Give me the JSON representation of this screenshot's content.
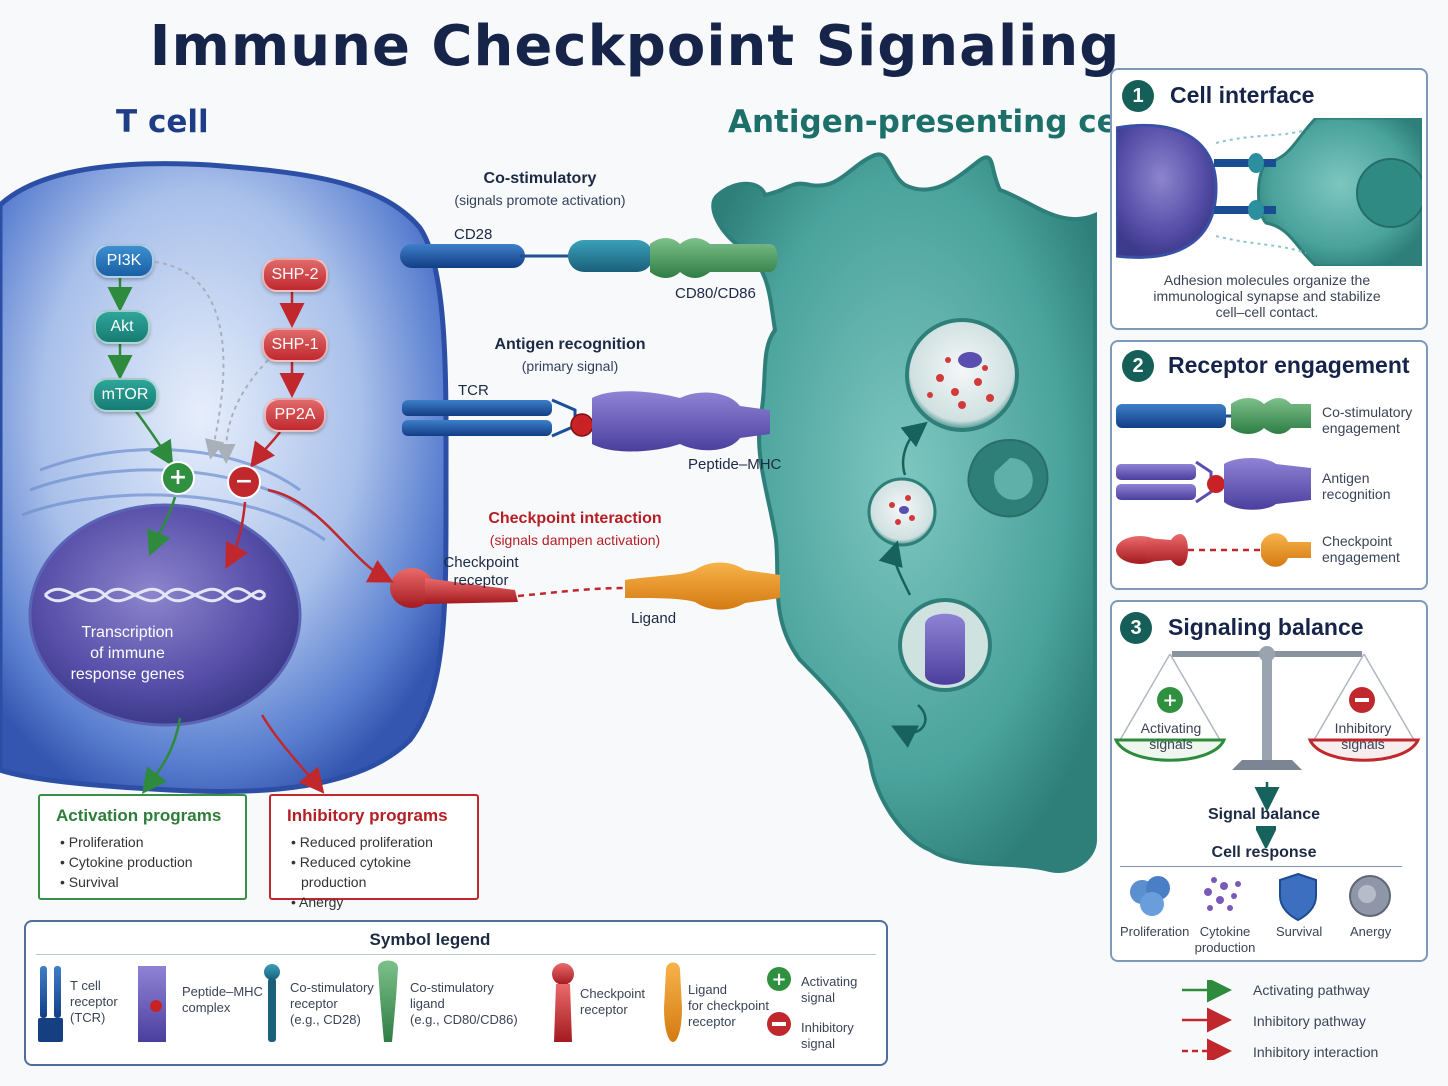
{
  "title": "Immune Checkpoint Signaling",
  "tcell_title": "T cell",
  "apc_title": "Antigen-presenting cell",
  "pathway_nodes": {
    "pi3k": "PI3K",
    "akt": "Akt",
    "mtor": "mTOR",
    "shp2": "SHP-2",
    "shp1": "SHP-1",
    "pp2a": "PP2A",
    "plus": "+",
    "minus": "−"
  },
  "nucleus_text": [
    "Transcription",
    "of immune",
    "response genes"
  ],
  "interactions": {
    "costim_title": "Co-stimulatory",
    "costim_sub": "(signals promote activation)",
    "cd28": "CD28",
    "cd80": "CD80/CD86",
    "antigen_title": "Antigen recognition",
    "antigen_sub": "(primary signal)",
    "tcr": "TCR",
    "pmhc": "Peptide–MHC",
    "checkpoint_title": "Checkpoint interaction",
    "checkpoint_sub": "(signals dampen activation)",
    "checkpoint_receptor": [
      "Checkpoint",
      "receptor"
    ],
    "ligand": "Ligand"
  },
  "activation_programs": {
    "title": "Activation programs",
    "items": [
      "Proliferation",
      "Cytokine production",
      "Survival"
    ]
  },
  "inhibitory_programs": {
    "title": "Inhibitory programs",
    "items": [
      "Reduced proliferation",
      "Reduced cytokine production",
      "Anergy"
    ]
  },
  "legend": {
    "title": "Symbol legend",
    "items": [
      [
        "T cell",
        "receptor",
        "(TCR)"
      ],
      [
        "Peptide–MHC",
        "complex"
      ],
      [
        "Co-stimulatory",
        "receptor",
        "(e.g., CD28)"
      ],
      [
        "Co-stimulatory",
        "ligand",
        "(e.g., CD80/CD86)"
      ],
      [
        "Checkpoint",
        "receptor"
      ],
      [
        "Ligand",
        "for checkpoint",
        "receptor"
      ],
      [
        "Activating",
        "signal"
      ],
      [
        "Inhibitory",
        "signal"
      ]
    ]
  },
  "panel1": {
    "number": "1",
    "title": "Cell interface",
    "caption": [
      "Adhesion molecules organize the",
      "immunological synapse and stabilize",
      "cell–cell contact."
    ]
  },
  "panel2": {
    "number": "2",
    "title": "Receptor engagement",
    "rows": [
      [
        "Co-stimulatory",
        "engagement"
      ],
      [
        "Antigen",
        "recognition"
      ],
      [
        "Checkpoint",
        "engagement"
      ]
    ]
  },
  "panel3": {
    "number": "3",
    "title": "Signaling balance",
    "activating": [
      "Activating",
      "signals"
    ],
    "inhibitory": [
      "Inhibitory",
      "signals"
    ],
    "balance": "Signal balance",
    "response": "Cell response",
    "outcomes": [
      [
        "Proliferation"
      ],
      [
        "Cytokine",
        "production"
      ],
      [
        "Survival"
      ],
      [
        "Anergy"
      ]
    ]
  },
  "arrow_legend": [
    "Activating pathway",
    "Inhibitory pathway",
    "Inhibitory interaction"
  ],
  "colors": {
    "activating": "#2e8b3d",
    "inhibitory": "#c0282e",
    "tcell": "#3b6cc4",
    "apc": "#3c9e97",
    "title": "#16244a"
  }
}
